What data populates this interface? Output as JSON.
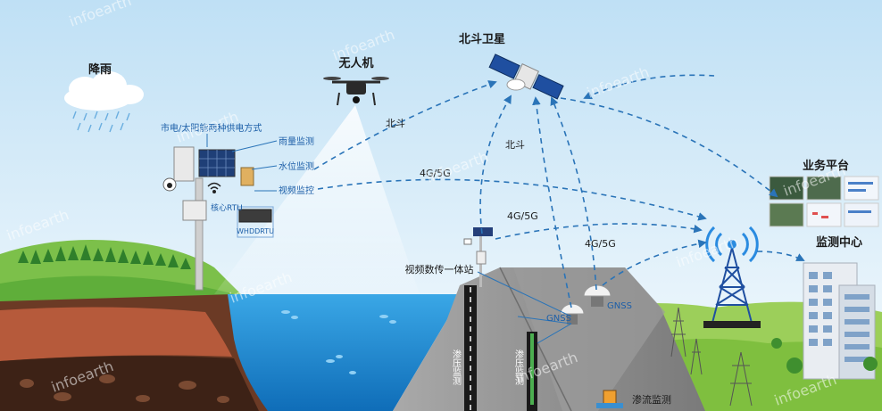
{
  "labels": {
    "rain": "降雨",
    "drone": "无人机",
    "satellite": "北斗卫星",
    "business_platform": "业务平台",
    "monitoring_center": "监测中心",
    "power_supply": "市电/太阳能两种供电方式",
    "rain_monitor": "雨量监测",
    "water_level_monitor": "水位监测",
    "video_control": "视频监控",
    "core_rtu": "核心RTU",
    "whddrtu": "WHDDRTU",
    "beidou_1": "北斗",
    "beidou_2": "北斗",
    "net_1": "4G/5G",
    "net_2": "4G/5G",
    "net_3": "4G/5G",
    "video_station": "视频数传一体站",
    "gnss_1": "GNSS",
    "gnss_2": "GNSS",
    "seepage_pressure_1": "渗压监测",
    "seepage_pressure_2": "渗压监测",
    "seepage_flow": "渗流监测"
  },
  "watermark": "infoearth",
  "colors": {
    "sky_top": "#bfe0f5",
    "sky_bottom": "#eaf5fc",
    "water": "#1f8fd8",
    "grass": "#6fb83f",
    "soil_dark": "#4a2a1c",
    "soil_red": "#b5563a",
    "dam": "#8f8f8f",
    "arrow": "#2a74b8",
    "label_blue": "#1d5fa8"
  }
}
